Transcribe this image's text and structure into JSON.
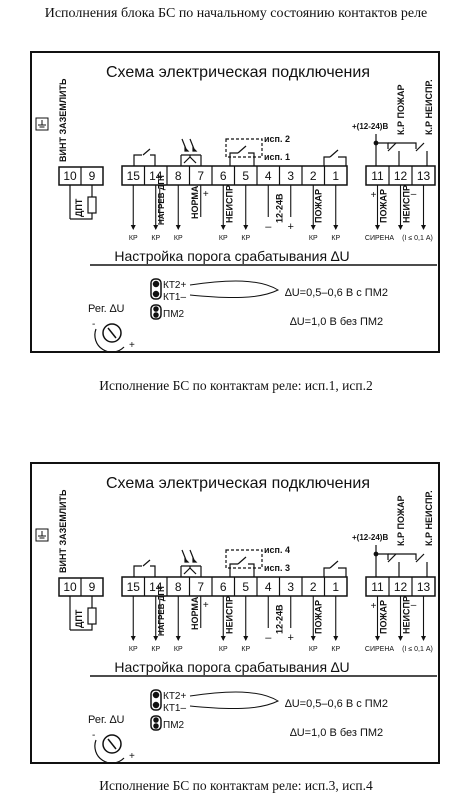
{
  "page_title": "Исполнения блока БС по начальному состоянию контактов реле",
  "common": {
    "schema_title": "Схема электрическая подключения",
    "ground_label": "ВИНТ ЗАЗЕМЛИТЬ",
    "dpt_label": "ДПТ",
    "left_terminals": [
      "10",
      "9"
    ],
    "main_terminals": [
      "15",
      "14",
      "8",
      "7",
      "6",
      "5",
      "4",
      "3",
      "2",
      "1"
    ],
    "right_terminals": [
      "11",
      "12",
      "13"
    ],
    "supply_label": "+(12-24)В",
    "relay_fire_label": "К.Р ПОЖАР",
    "relay_fault_label": "К.Р НЕИСПР.",
    "heater_label": "НАГРЕВ ДПТ",
    "norm_label": "НОРМА",
    "fault_label": "НЕИСПР",
    "volt_label": "12-24В",
    "fire_label": "ПОЖАР",
    "kr_label": "КР",
    "plus": "+",
    "minus": "–",
    "siren_label": "СИРЕНА",
    "r_fire_label": "ПОЖАР",
    "r_fault_label": "НЕИСПР",
    "current_label": "(I ≤ 0,1 А)",
    "threshold_title": "Настройка порога срабатывания ∆U",
    "reg_label": "Рег. ∆U",
    "kt2_label": "КТ2+",
    "kt1_label": "КТ1–",
    "pm2_label": "ПМ2",
    "du_with": "∆U=0,5–0,6 В с ПМ2",
    "du_without": "∆U=1,0 В без ПМ2"
  },
  "diagrams": [
    {
      "isp_a": "исп. 2",
      "isp_b": "исп. 1",
      "caption": "Исполнение БС по контактам реле: исп.1, исп.2"
    },
    {
      "isp_a": "исп. 4",
      "isp_b": "исп. 3",
      "caption": "Исполнение БС по контактам реле: исп.3, исп.4"
    }
  ]
}
